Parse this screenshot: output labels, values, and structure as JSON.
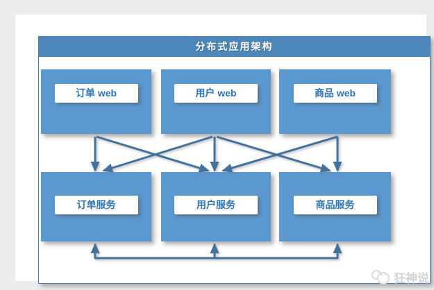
{
  "header": {
    "title": "分布式应用架构"
  },
  "diagram": {
    "web_layer": [
      {
        "label": "订单 web"
      },
      {
        "label": "用户 web"
      },
      {
        "label": "商品 web"
      }
    ],
    "service_layer": [
      {
        "label": "订单服务"
      },
      {
        "label": "用户服务"
      },
      {
        "label": "商品服务"
      }
    ],
    "edges": [
      {
        "from": "订单 web",
        "to": "订单服务"
      },
      {
        "from": "订单 web",
        "to": "用户服务"
      },
      {
        "from": "用户 web",
        "to": "订单服务"
      },
      {
        "from": "用户 web",
        "to": "用户服务"
      },
      {
        "from": "用户 web",
        "to": "商品服务"
      },
      {
        "from": "商品 web",
        "to": "用户服务"
      },
      {
        "from": "商品 web",
        "to": "商品服务"
      }
    ],
    "service_bus_connects": [
      "订单服务",
      "用户服务",
      "商品服务"
    ]
  },
  "watermark": {
    "text": "狂神说",
    "icon": "panda-logo-icon"
  },
  "colors": {
    "background": "#ededed",
    "panel": "#ffffff",
    "header_fill": "#4d86b8",
    "box_fill": "#5b98d0",
    "frame_border": "#4a7cb0",
    "label_text": "#2e74b5",
    "arrow": "#41719c",
    "watermark_text": "#d3d3d3"
  }
}
